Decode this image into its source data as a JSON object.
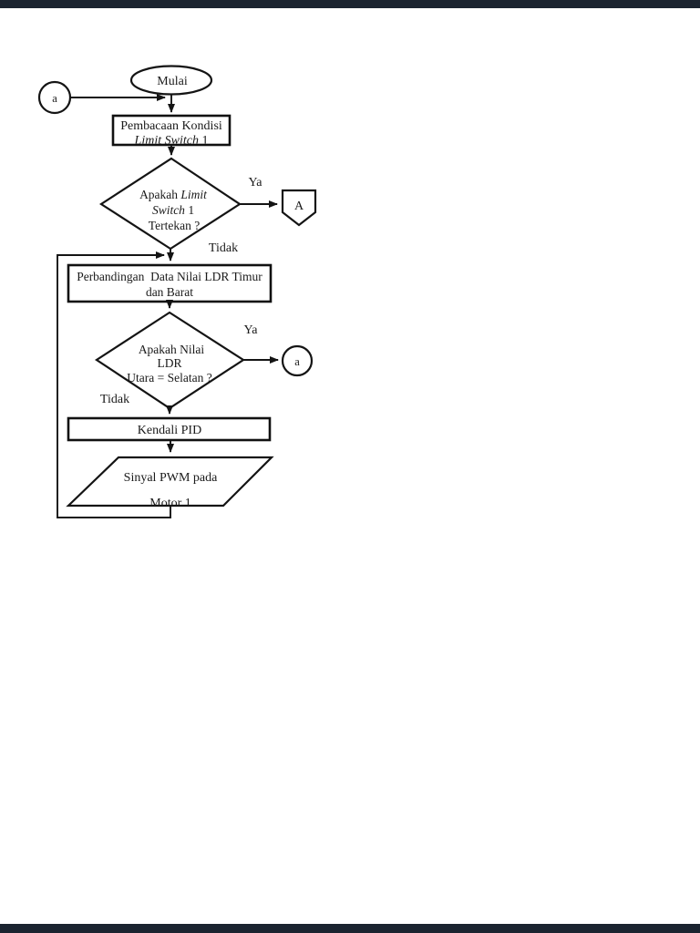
{
  "page": {
    "background": "#ffffff",
    "edge_bar_color": "#1b2430"
  },
  "colors": {
    "stroke": "#141414",
    "text": "#1a1a1a"
  },
  "flowchart": {
    "start": {
      "label": "Mulai"
    },
    "connector_a_left": {
      "label": "a"
    },
    "process_read_limit": {
      "line1": "Pembacaan Kondisi",
      "line2_italic": "Limit Switch",
      "line2_suffix": " 1"
    },
    "decision_limit_switch": {
      "line1_prefix": "Apakah ",
      "line1_italic": "Limit",
      "line2_italic": "Switch",
      "line2_suffix": " 1",
      "line3": "Tertekan ?",
      "yes_label": "Ya",
      "no_label": "Tidak"
    },
    "offpage_connector": {
      "label": "A"
    },
    "process_compare_ldr": {
      "line1": "Perbandingan  Data Nilai LDR Timur",
      "line2": "dan Barat"
    },
    "decision_ldr": {
      "line1": "Apakah Nilai",
      "line2": "LDR",
      "line3": "Utara = Selatan ?",
      "yes_label": "Ya",
      "no_label": "Tidak"
    },
    "connector_a_right": {
      "label": "a"
    },
    "process_pid": {
      "label": "Kendali PID"
    },
    "io_pwm": {
      "line1": "Sinyal PWM pada",
      "line2": "Motor 1"
    }
  }
}
